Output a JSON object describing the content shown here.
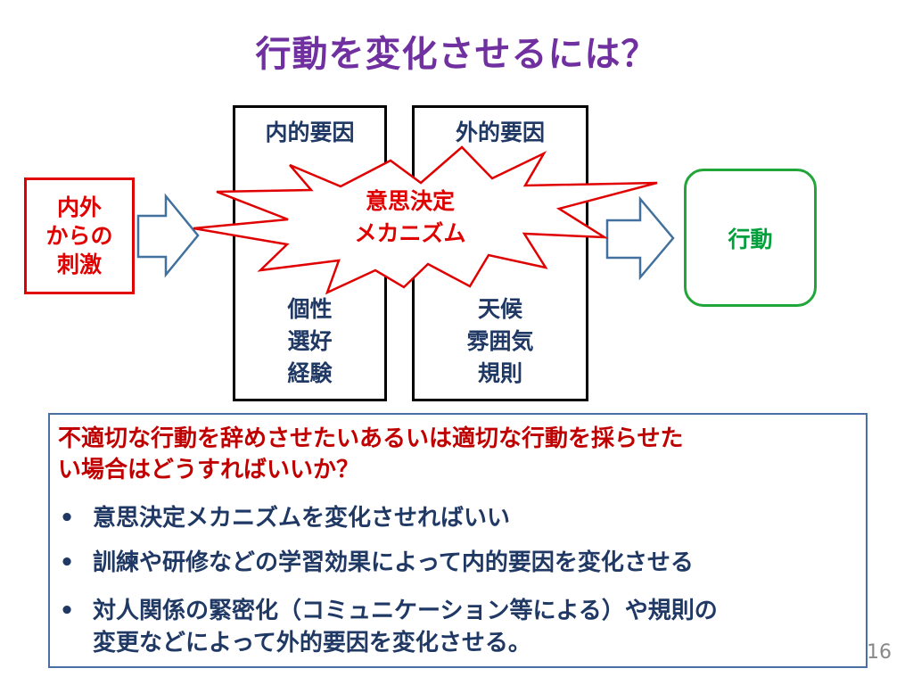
{
  "title": "行動を変化させるには？",
  "stimulus": {
    "lines": [
      "内外",
      "からの",
      "刺激"
    ]
  },
  "internal": {
    "heading": "内的要因",
    "items": [
      "個性",
      "選好",
      "経験"
    ]
  },
  "external": {
    "heading": "外的要因",
    "items": [
      "天候",
      "雰囲気",
      "規則"
    ]
  },
  "mechanism": {
    "lines": [
      "意思決定",
      "メカニズム"
    ]
  },
  "action": {
    "label": "行動"
  },
  "notes": {
    "question_lines": [
      "不適切な行動を辞めさせたいあるいは適切な行動を採らせた",
      "い場合はどうすればいいか？"
    ],
    "bullet_symbol": "•",
    "bullets": [
      {
        "lines": [
          "意思決定メカニズムを変化させればいい"
        ]
      },
      {
        "lines": [
          "訓練や研修などの学習効果によって内的要因を変化させる"
        ]
      },
      {
        "lines": [
          "対人関係の緊密化（コミュニケーション等による）や規則の",
          "変更などによって外的要因を変化させる。"
        ]
      }
    ]
  },
  "page_number": "16",
  "colors": {
    "title": "#7030a0",
    "red": "#e00000",
    "green": "#00a03c",
    "navy": "#1f3864",
    "arrow": "#41719c",
    "note_border": "#4a6fa5"
  }
}
